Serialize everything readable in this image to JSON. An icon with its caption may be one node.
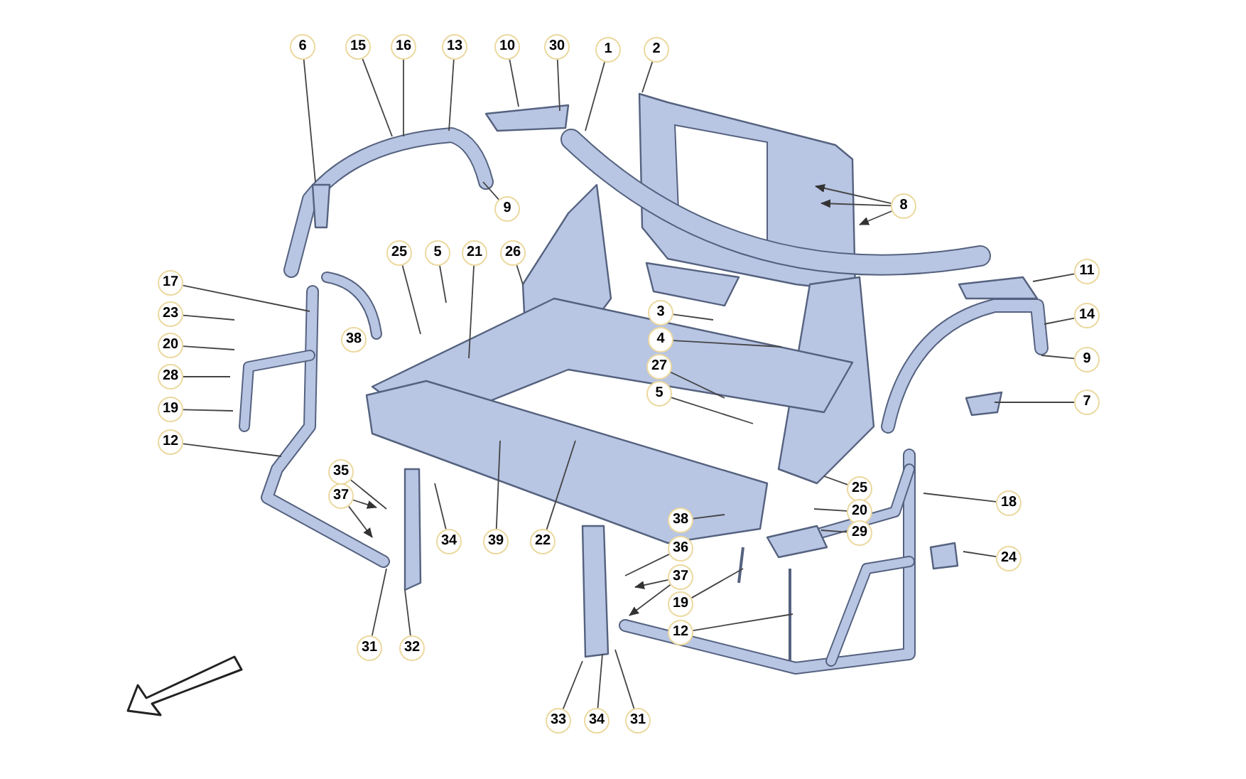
{
  "diagram": {
    "nodes": [
      {
        "text": [
          "6"
        ]
      },
      {
        "text": [
          "15"
        ]
      },
      {
        "text": [
          "16"
        ]
      },
      {
        "text": [
          "13"
        ]
      },
      {
        "text": [
          "10"
        ]
      },
      {
        "text": [
          "30"
        ]
      },
      {
        "text": [
          "1"
        ]
      },
      {
        "text": [
          "2"
        ]
      },
      {
        "text": [
          "9"
        ]
      },
      {
        "text": [
          "8"
        ]
      },
      {
        "text": [
          "25"
        ]
      },
      {
        "text": [
          "5"
        ]
      },
      {
        "text": [
          "21"
        ]
      },
      {
        "text": [
          "26"
        ]
      },
      {
        "text": [
          "11"
        ]
      },
      {
        "text": [
          "17"
        ]
      },
      {
        "text": [
          "23"
        ]
      },
      {
        "text": [
          "3"
        ]
      },
      {
        "text": [
          "14"
        ]
      },
      {
        "text": [
          "20"
        ]
      },
      {
        "text": [
          "38"
        ]
      },
      {
        "text": [
          "4"
        ]
      },
      {
        "text": [
          "9"
        ]
      },
      {
        "text": [
          "27"
        ]
      },
      {
        "text": [
          "28"
        ]
      },
      {
        "text": [
          "5"
        ]
      },
      {
        "text": [
          "7"
        ]
      },
      {
        "text": [
          "19"
        ]
      },
      {
        "text": [
          "12"
        ]
      },
      {
        "text": [
          "35"
        ]
      },
      {
        "text": [
          "25"
        ]
      },
      {
        "text": [
          "37"
        ]
      },
      {
        "text": [
          "18"
        ]
      },
      {
        "text": [
          "20"
        ]
      },
      {
        "text": [
          "38"
        ]
      },
      {
        "text": [
          "29"
        ]
      },
      {
        "text": [
          "34"
        ]
      },
      {
        "text": [
          "39"
        ]
      },
      {
        "text": [
          "22"
        ]
      },
      {
        "text": [
          "36"
        ]
      },
      {
        "text": [
          "24"
        ]
      },
      {
        "text": [
          "37"
        ]
      },
      {
        "text": [
          "19"
        ]
      },
      {
        "text": [
          "12"
        ]
      },
      {
        "text": [
          "31"
        ]
      },
      {
        "text": [
          "32"
        ]
      },
      {
        "text": [
          "33"
        ]
      },
      {
        "text": [
          "34"
        ]
      },
      {
        "text": [
          "31"
        ]
      }
    ],
    "edges": [
      {
        "from": 0,
        "to": null,
        "arrow": "none"
      },
      {
        "from": 1,
        "to": null,
        "arrow": "none"
      },
      {
        "from": 2,
        "to": null,
        "arrow": "none"
      },
      {
        "from": 3,
        "to": null,
        "arrow": "none"
      },
      {
        "from": 4,
        "to": null,
        "arrow": "none"
      },
      {
        "from": 5,
        "to": null,
        "arrow": "none"
      },
      {
        "from": 6,
        "to": null,
        "arrow": "none"
      },
      {
        "from": 7,
        "to": null,
        "arrow": "none"
      },
      {
        "from": 8,
        "to": null,
        "arrow": "none"
      },
      {
        "from": 9,
        "to": null,
        "arrow": "to"
      },
      {
        "from": 9,
        "to": null,
        "arrow": "to"
      },
      {
        "from": 9,
        "to": null,
        "arrow": "to"
      },
      {
        "from": 10,
        "to": null,
        "arrow": "none"
      },
      {
        "from": 11,
        "to": null,
        "arrow": "none"
      },
      {
        "from": 12,
        "to": null,
        "arrow": "none"
      },
      {
        "from": 13,
        "to": null,
        "arrow": "none"
      },
      {
        "from": 14,
        "to": null,
        "arrow": "none"
      },
      {
        "from": 15,
        "to": null,
        "arrow": "none"
      },
      {
        "from": 16,
        "to": null,
        "arrow": "none"
      },
      {
        "from": 17,
        "to": null,
        "arrow": "none"
      },
      {
        "from": 18,
        "to": null,
        "arrow": "none"
      },
      {
        "from": 19,
        "to": null,
        "arrow": "none"
      },
      {
        "from": 21,
        "to": null,
        "arrow": "none"
      },
      {
        "from": 22,
        "to": null,
        "arrow": "none"
      },
      {
        "from": 23,
        "to": null,
        "arrow": "none"
      },
      {
        "from": 24,
        "to": null,
        "arrow": "none"
      },
      {
        "from": 25,
        "to": null,
        "arrow": "none"
      },
      {
        "from": 26,
        "to": null,
        "arrow": "none"
      },
      {
        "from": 27,
        "to": null,
        "arrow": "none"
      },
      {
        "from": 28,
        "to": null,
        "arrow": "none"
      },
      {
        "from": 29,
        "to": null,
        "arrow": "none"
      },
      {
        "from": 30,
        "to": null,
        "arrow": "none"
      },
      {
        "from": 31,
        "to": null,
        "arrow": "to"
      },
      {
        "from": 31,
        "to": null,
        "arrow": "to"
      },
      {
        "from": 32,
        "to": null,
        "arrow": "none"
      },
      {
        "from": 33,
        "to": null,
        "arrow": "none"
      },
      {
        "from": 34,
        "to": null,
        "arrow": "none"
      },
      {
        "from": 35,
        "to": null,
        "arrow": "none"
      },
      {
        "from": 36,
        "to": null,
        "arrow": "none"
      },
      {
        "from": 37,
        "to": null,
        "arrow": "none"
      },
      {
        "from": 38,
        "to": null,
        "arrow": "none"
      },
      {
        "from": 39,
        "to": null,
        "arrow": "none"
      },
      {
        "from": 40,
        "to": null,
        "arrow": "none"
      },
      {
        "from": 41,
        "to": null,
        "arrow": "to"
      },
      {
        "from": 41,
        "to": null,
        "arrow": "to"
      },
      {
        "from": 42,
        "to": null,
        "arrow": "none"
      },
      {
        "from": 43,
        "to": null,
        "arrow": "none"
      },
      {
        "from": 44,
        "to": null,
        "arrow": "none"
      },
      {
        "from": 45,
        "to": null,
        "arrow": "none"
      },
      {
        "from": 46,
        "to": null,
        "arrow": "none"
      },
      {
        "from": 47,
        "to": null,
        "arrow": "none"
      },
      {
        "from": 48,
        "to": null,
        "arrow": "none"
      }
    ]
  }
}
